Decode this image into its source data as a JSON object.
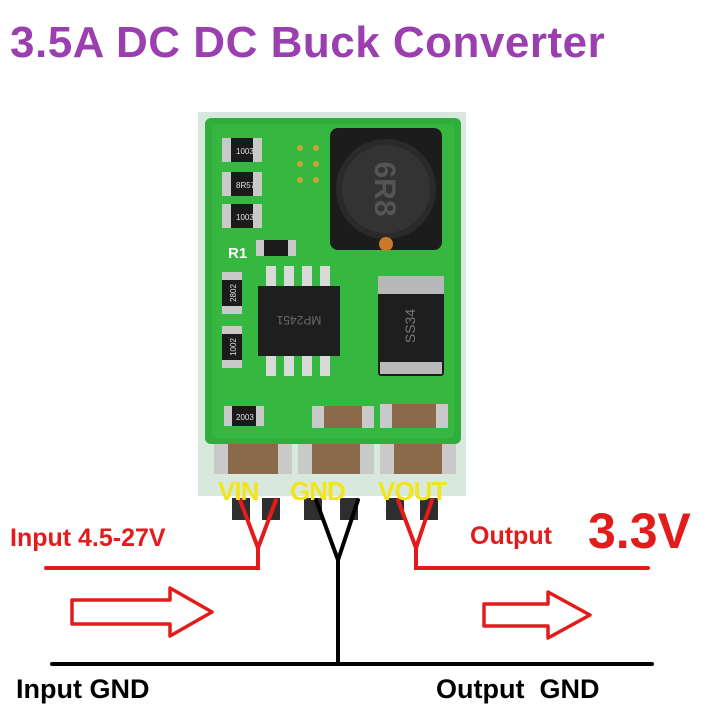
{
  "title": "3.5A DC DC Buck Converter",
  "pins": {
    "vin": "VIN",
    "gnd": "GND",
    "vout": "VOUT"
  },
  "input_label": "Input 4.5-27V",
  "output_label": "Output",
  "output_voltage": "3.3V",
  "input_gnd_label": "Input GND",
  "output_gnd_label": "Output  GND",
  "pcb_markings": {
    "r1": "R1",
    "resistor_top": "1003",
    "resistor_mid": "8R57",
    "resistor_low": "1003",
    "resistor_side_a": "2802",
    "resistor_side_b": "1002",
    "resistor_bottom": "2003",
    "inductor": "6R8",
    "diode": "SS34",
    "ic": "MP2451"
  },
  "colors": {
    "title": "#9b3fb0",
    "red": "#e41b1b",
    "pin_label": "#f2e51a",
    "pcb": "#2fae3b",
    "wire": "#000000"
  }
}
